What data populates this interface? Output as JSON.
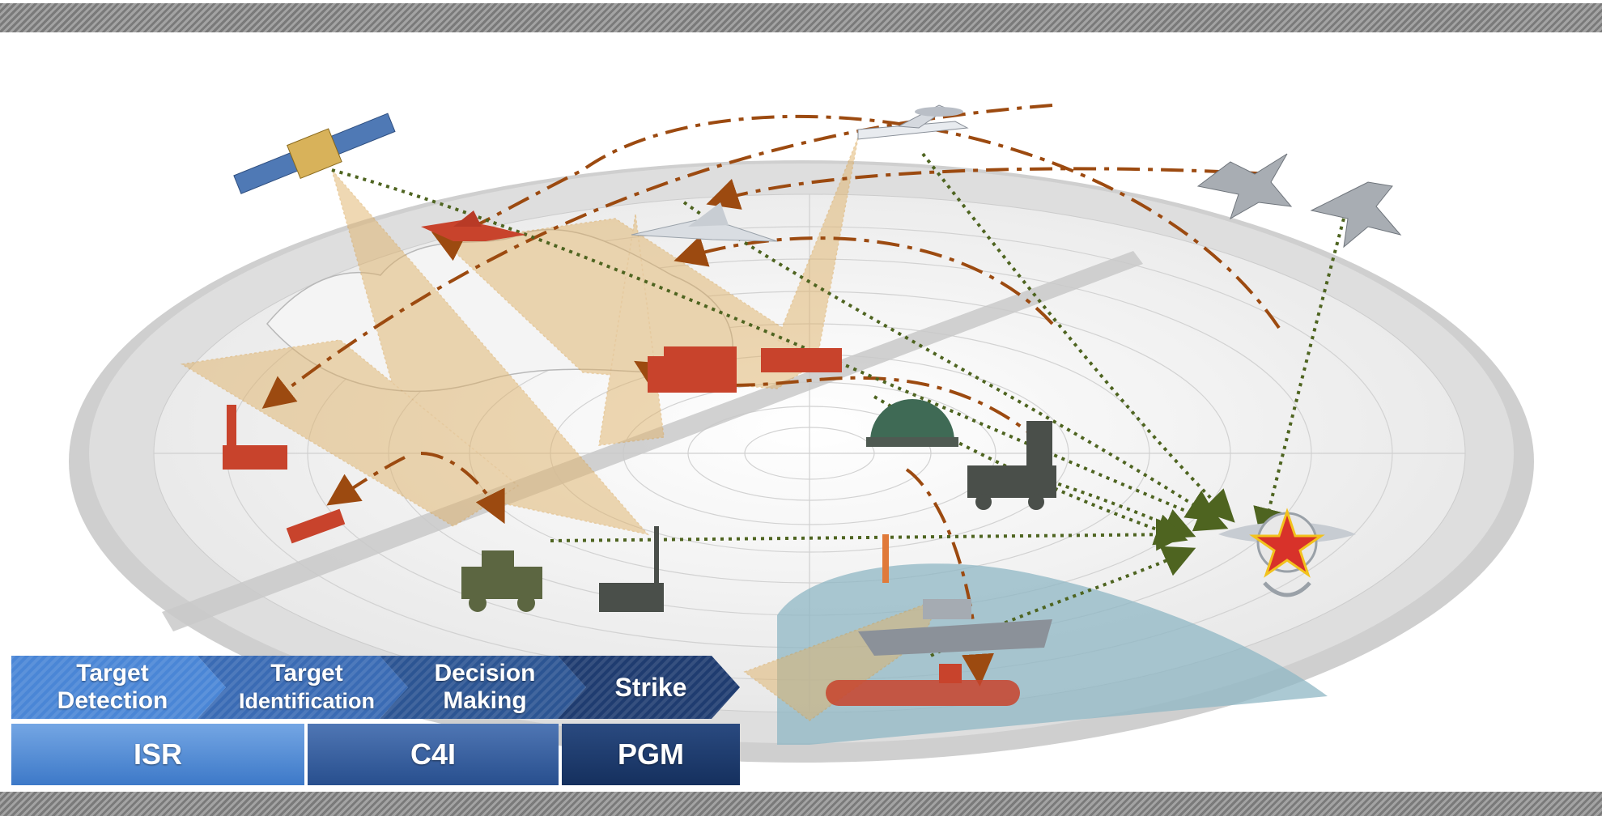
{
  "stages": [
    {
      "line1": "Target",
      "line2": "Detection"
    },
    {
      "line1": "Target",
      "line2": "Identification"
    },
    {
      "line1": "Decision",
      "line2": "Making"
    },
    {
      "line1": "Strike",
      "line2": ""
    }
  ],
  "categories": [
    "ISR",
    "C4I",
    "PGM"
  ],
  "colors": {
    "chevron_1": "#4a86d6",
    "chevron_2": "#3a6bb4",
    "chevron_3": "#2c5593",
    "chevron_4": "#1f3c70",
    "arrow_brown": "#9c4a10",
    "arrow_green": "#4e6420",
    "sensor_cone": "#e0b36a",
    "enemy_red": "#c8432c",
    "sea": "#8fb7c4"
  },
  "icons": [
    "satellite-icon",
    "drone-icon",
    "uav-icon",
    "aewc-aircraft-icon",
    "fighter-jet-icon",
    "missile-launcher-icon",
    "radar-dome-icon",
    "radar-truck-icon",
    "armored-vehicle-icon",
    "warship-icon",
    "submarine-icon",
    "command-emblem-icon"
  ]
}
